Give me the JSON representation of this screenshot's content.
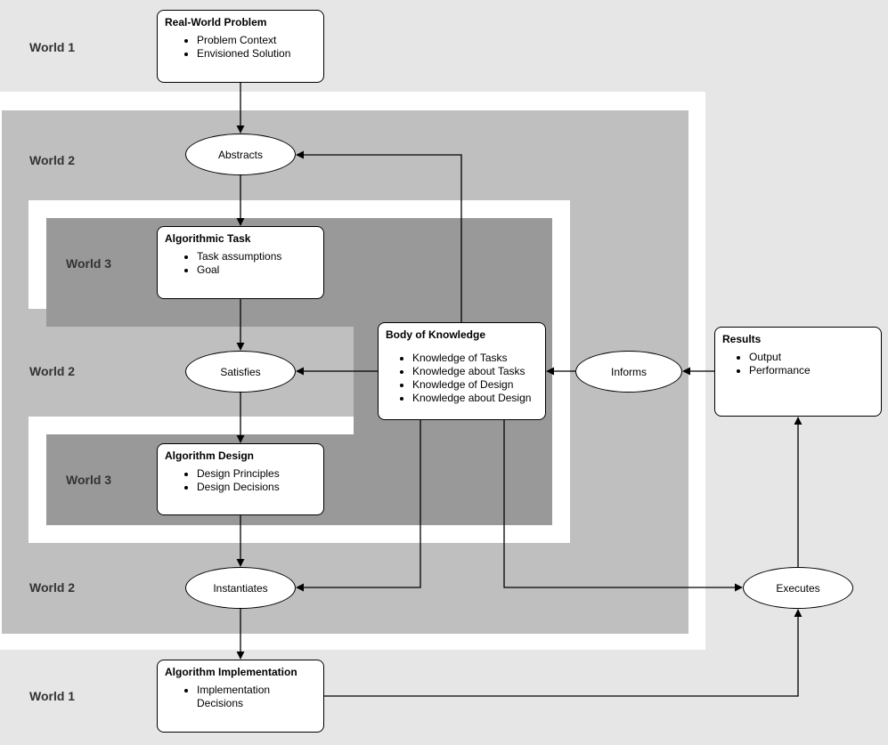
{
  "worlds": {
    "w1_top": "World 1",
    "w2_abstracts": "World 2",
    "w3_task": "World 3",
    "w2_satisfies": "World 2",
    "w3_design": "World 3",
    "w2_instantiates": "World 2",
    "w1_bottom": "World 1"
  },
  "boxes": {
    "real_world_problem": {
      "title": "Real-World Problem",
      "items": [
        "Problem Context",
        "Envisioned Solution"
      ]
    },
    "algorithmic_task": {
      "title": "Algorithmic Task",
      "items": [
        "Task assumptions",
        "Goal"
      ]
    },
    "body_of_knowledge": {
      "title": "Body of Knowledge",
      "items": [
        "Knowledge of Tasks",
        "Knowledge about Tasks",
        "Knowledge of Design",
        "Knowledge about Design"
      ]
    },
    "algorithm_design": {
      "title": "Algorithm Design",
      "items": [
        "Design Principles",
        "Design Decisions"
      ]
    },
    "results": {
      "title": "Results",
      "items": [
        "Output",
        "Performance"
      ]
    },
    "algorithm_implementation": {
      "title": "Algorithm Implementation",
      "items": [
        "Implementation Decisions"
      ]
    }
  },
  "ellipses": {
    "abstracts": "Abstracts",
    "satisfies": "Satisfies",
    "instantiates": "Instantiates",
    "informs": "Informs",
    "executes": "Executes"
  },
  "colors": {
    "world1": "#e6e6e6",
    "world2": "#bfbfbf",
    "world3": "#999999",
    "separator": "#ffffff"
  }
}
